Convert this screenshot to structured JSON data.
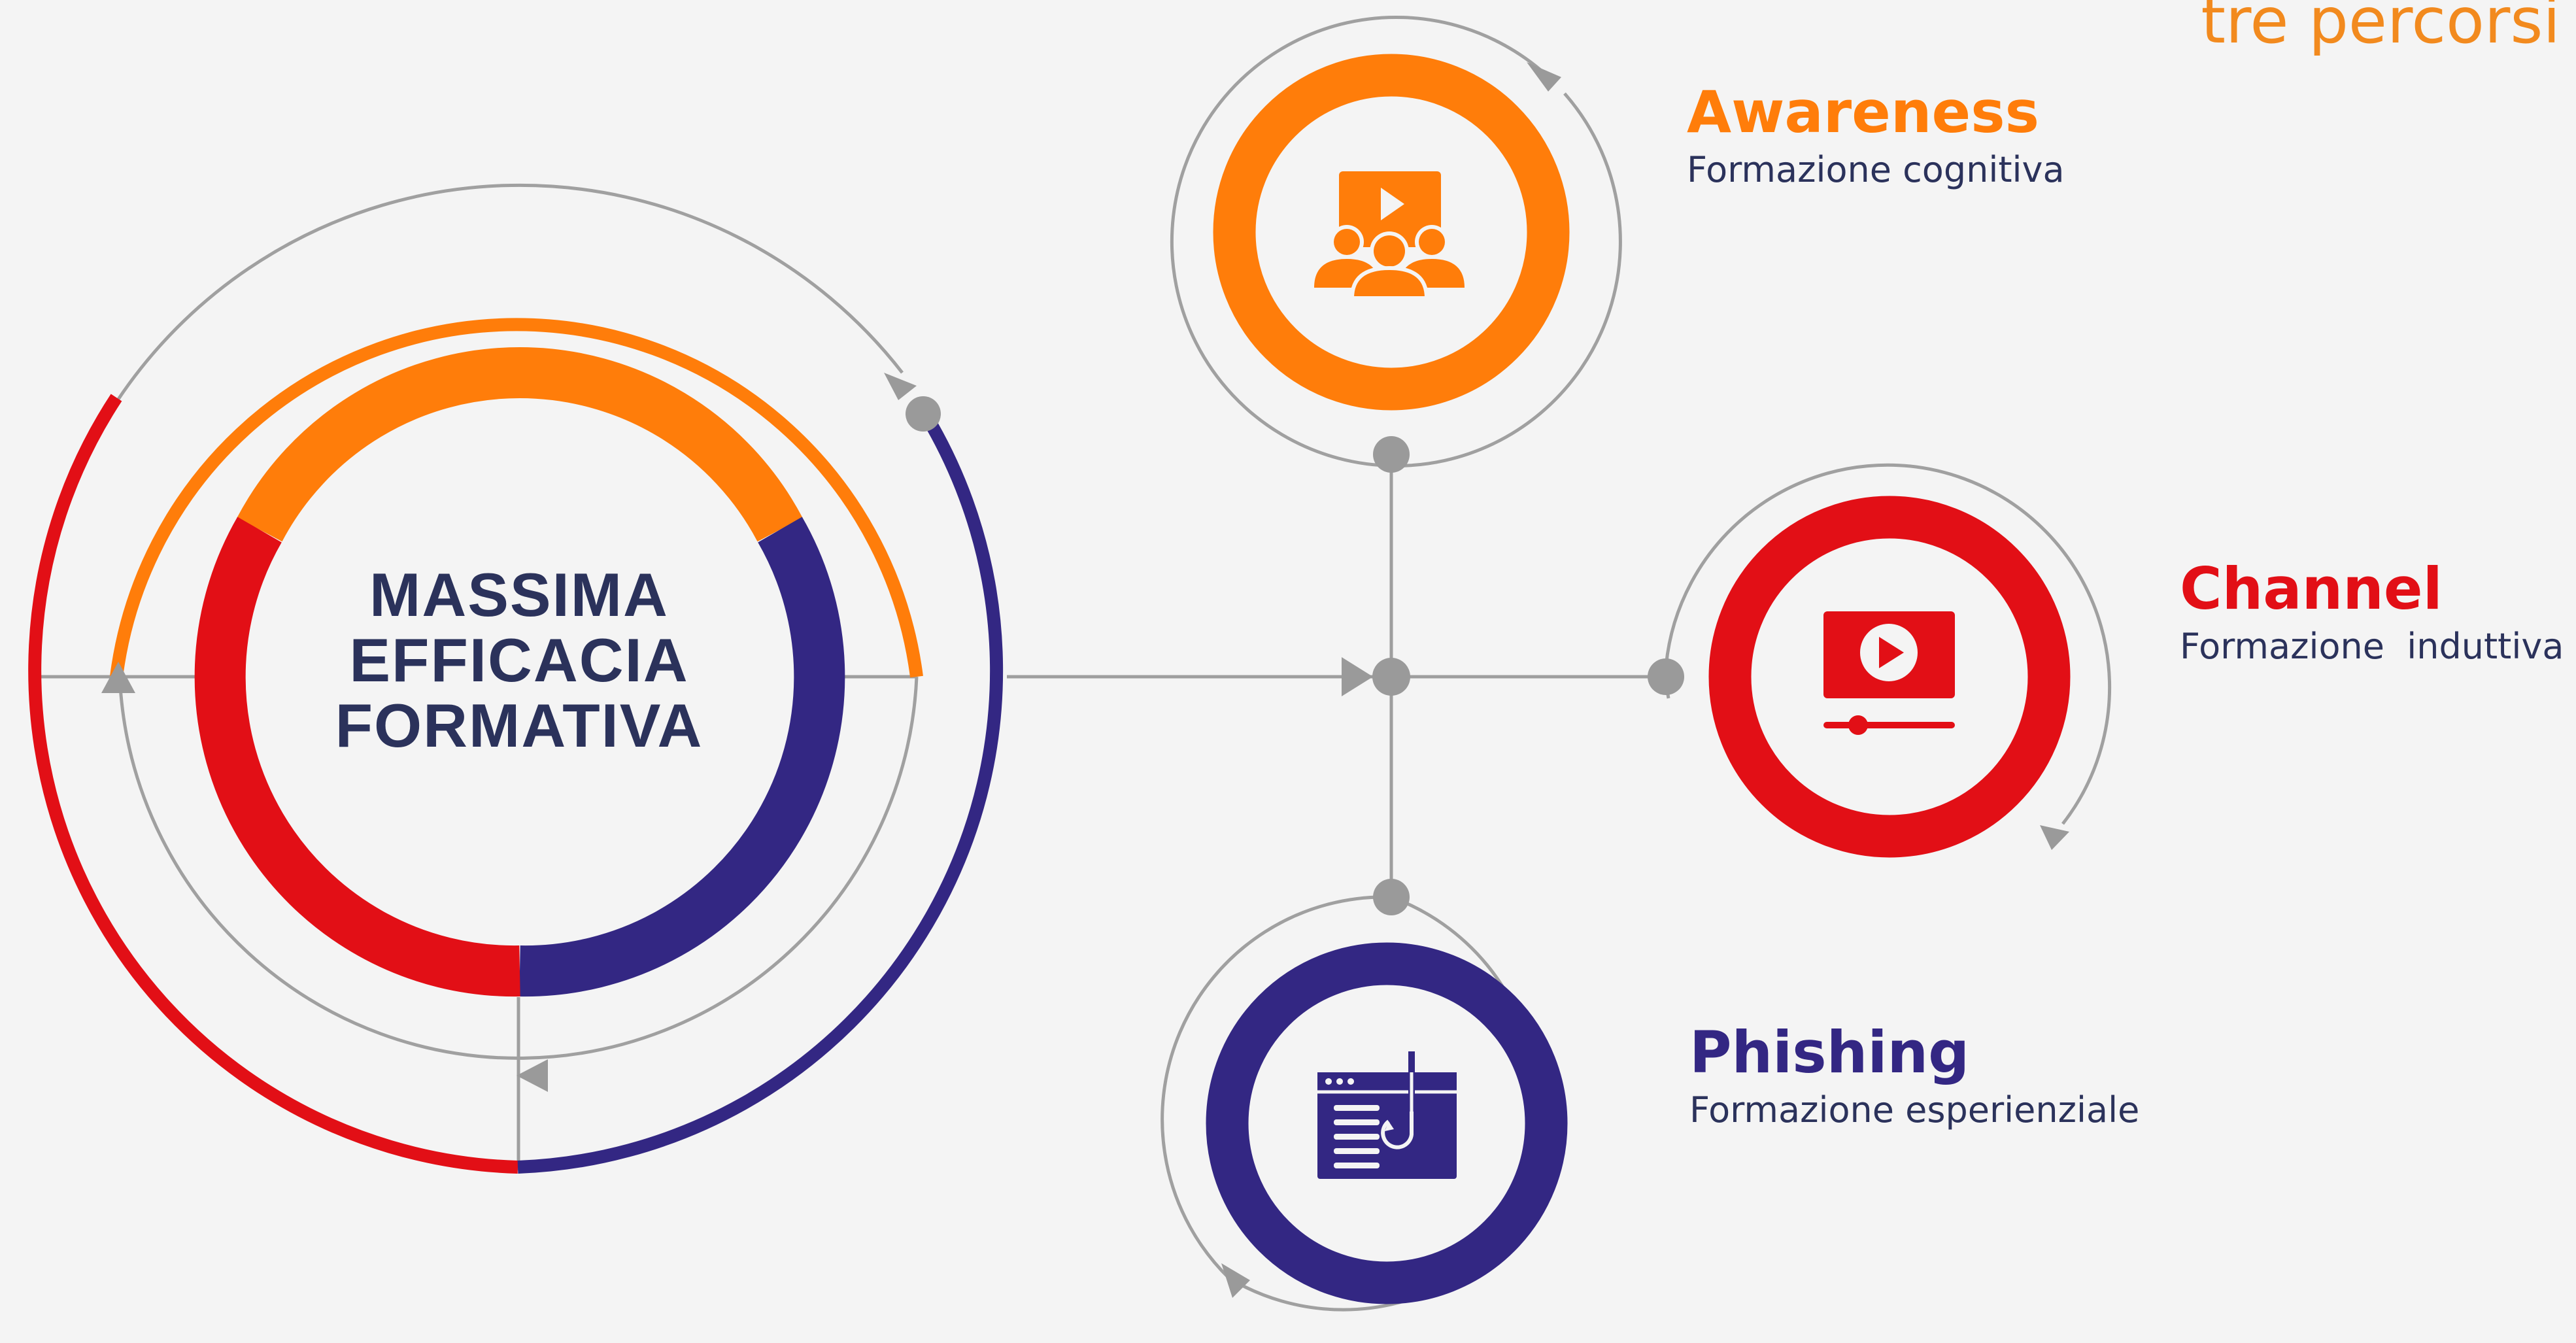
{
  "header": {
    "title": "tre percorsi"
  },
  "center": {
    "line1": "MASSIMA",
    "line2": "EFFICACIA",
    "line3": "FORMATIVA"
  },
  "paths": [
    {
      "title": "Awareness",
      "subtitle": "Formazione cognitiva",
      "color": "#ff7d0a",
      "icon": "video-audience-icon"
    },
    {
      "title": "Channel",
      "subtitle": "Formazione  induttiva",
      "color": "#e20f16",
      "icon": "video-player-icon"
    },
    {
      "title": "Phishing",
      "subtitle": "Formazione esperienziale",
      "color": "#332783",
      "icon": "phishing-hook-icon"
    }
  ],
  "colors": {
    "orange": "#ff7d0a",
    "red": "#e20f16",
    "navy": "#332783",
    "text": "#2b325b",
    "gray": "#9e9e9e",
    "background": "#f4f4f4"
  }
}
